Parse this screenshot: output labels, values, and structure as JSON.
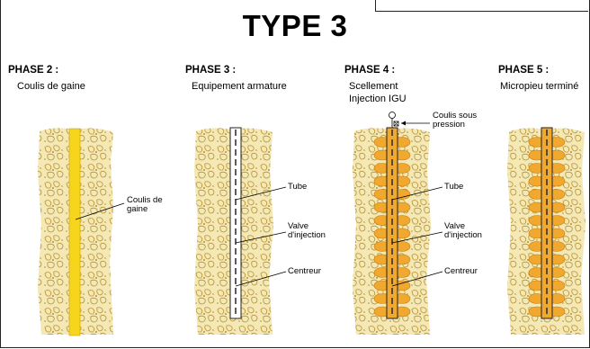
{
  "title": "TYPE 3",
  "phases": [
    {
      "heading": "PHASE 2 :",
      "lines": [
        "Coulis de gaine"
      ]
    },
    {
      "heading": "PHASE 3 :",
      "lines": [
        "Equipement armature"
      ]
    },
    {
      "heading": "PHASE 4 :",
      "lines": [
        "Scellement",
        "Injection IGU"
      ]
    },
    {
      "heading": "PHASE 5 :",
      "lines": [
        "Micropieu terminé"
      ]
    }
  ],
  "callouts": {
    "phase2": {
      "grout": [
        "Coulis de",
        "gaine"
      ]
    },
    "phase3": {
      "tube": "Tube",
      "valve": [
        "Valve",
        "d'injection"
      ],
      "centreur": "Centreur"
    },
    "phase4": {
      "pressure": [
        "Coulis sous",
        "pression"
      ],
      "tube": "Tube",
      "valve": [
        "Valve",
        "d'injection"
      ],
      "centreur": "Centreur"
    }
  },
  "colors": {
    "soil": "#f3e8b6",
    "soil_outline": "#b8912d",
    "grout_yellow": "#f7d51c",
    "bulb_orange": "#f1a82f",
    "tube_outline": "#222222"
  }
}
